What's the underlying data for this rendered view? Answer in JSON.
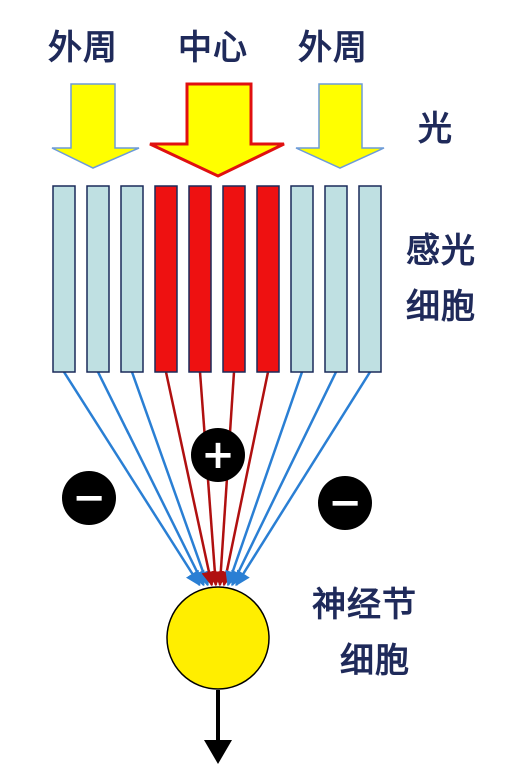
{
  "labels": {
    "periphery_left": "外周",
    "center": "中心",
    "periphery_right": "外周",
    "light": "光",
    "photoreceptor_line1": "感光",
    "photoreceptor_line2": "细胞",
    "ganglion_line1": "神经节",
    "ganglion_line2": "细胞"
  },
  "signs": {
    "excitatory": "+",
    "inhibitory_left": "−",
    "inhibitory_right": "−"
  },
  "colors": {
    "text": "#1f2a5a",
    "periphery_cell": "#bfe0e2",
    "center_cell": "#ee1111",
    "inhibitory_connection": "#2a7fd4",
    "excitatory_connection": "#b01010",
    "light_arrow": "#ffff00",
    "light_arrow_outline_periphery": "#6d9bd8",
    "light_arrow_outline_center": "#e01010",
    "ganglion_cell": "#ffee00",
    "sign_bg": "#000000"
  },
  "cells": [
    {
      "role": "periphery"
    },
    {
      "role": "periphery"
    },
    {
      "role": "periphery"
    },
    {
      "role": "center"
    },
    {
      "role": "center"
    },
    {
      "role": "center"
    },
    {
      "role": "center"
    },
    {
      "role": "periphery"
    },
    {
      "role": "periphery"
    },
    {
      "role": "periphery"
    }
  ]
}
